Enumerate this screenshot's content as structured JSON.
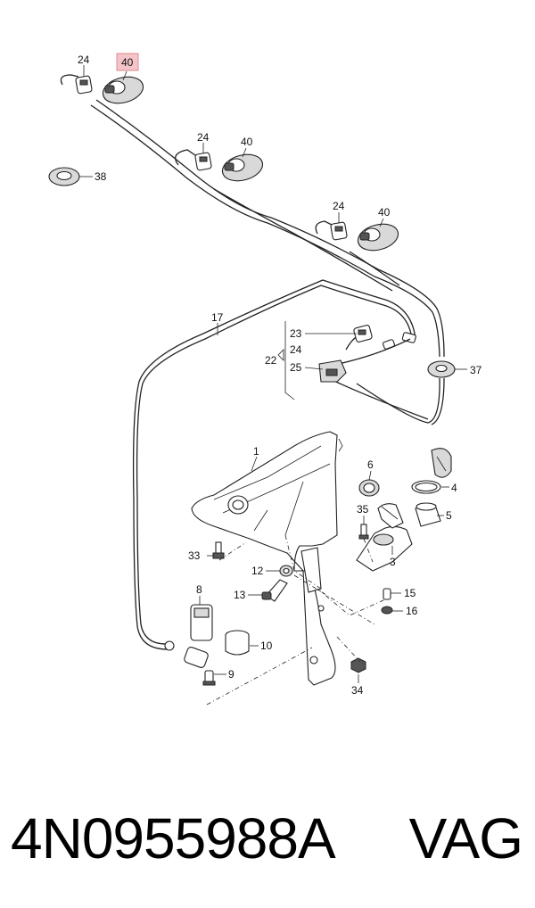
{
  "diagram": {
    "highlight_color": "#f3c4c8",
    "callouts": {
      "c24a": "24",
      "c40a": "40",
      "c24b": "24",
      "c40b": "40",
      "c24c": "24",
      "c40c": "40",
      "c38": "38",
      "c37": "37",
      "c17": "17",
      "c22": "22",
      "c23": "23",
      "c24d": "24",
      "c25": "25",
      "c1": "1",
      "c6": "6",
      "c4": "4",
      "c35": "35",
      "c5": "5",
      "c3": "3",
      "c33": "33",
      "c12": "12",
      "c8": "8",
      "c13": "13",
      "c15": "15",
      "c16": "16",
      "c10": "10",
      "c9": "9",
      "c34": "34"
    }
  },
  "footer": {
    "part_number": "4N0955988A",
    "brand": "VAG"
  }
}
